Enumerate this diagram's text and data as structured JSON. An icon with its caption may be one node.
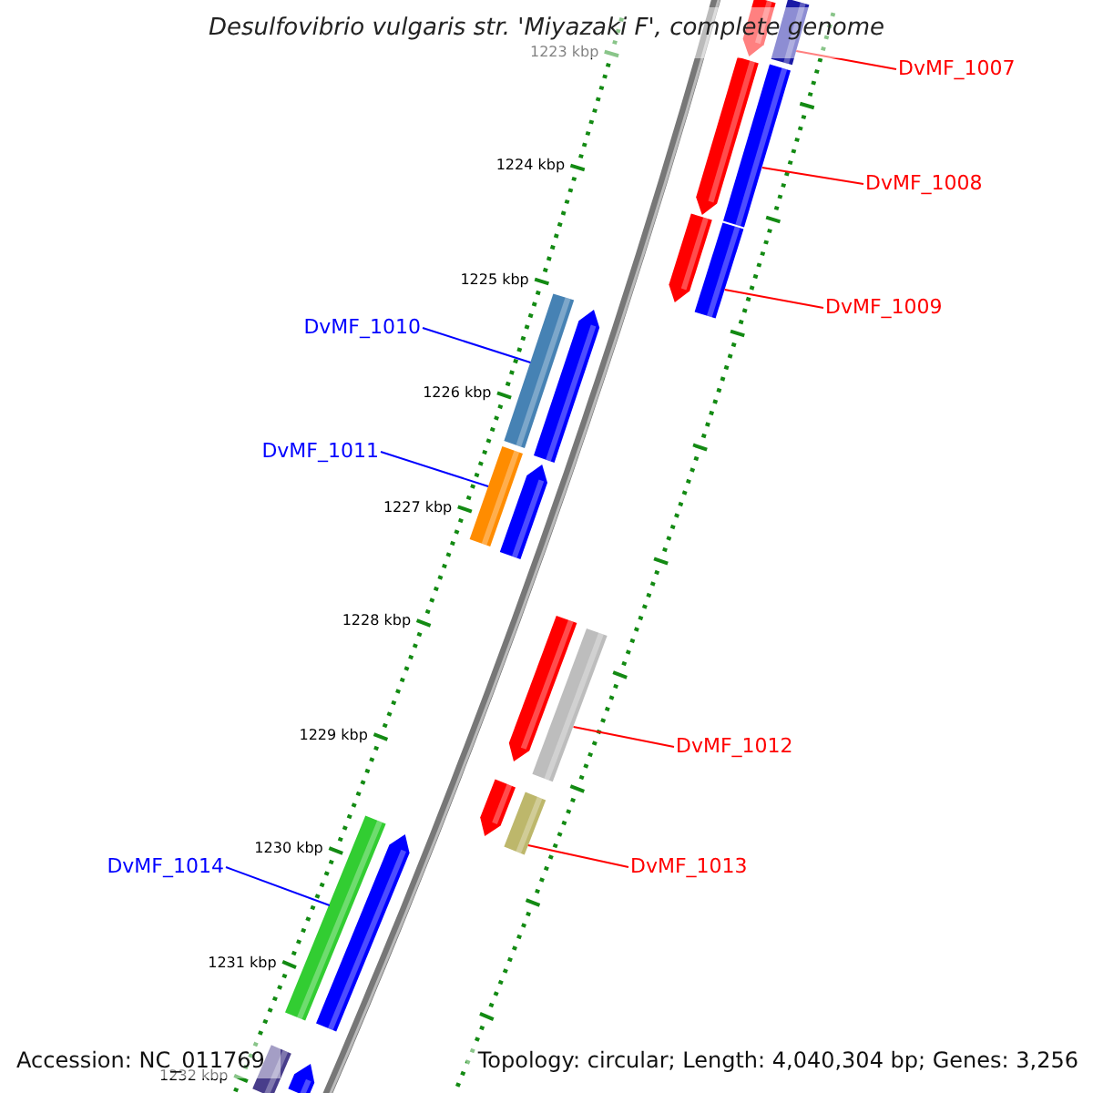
{
  "diagram": {
    "title": "Desulfovibrio vulgaris str. 'Miyazaki F', complete genome",
    "nodes": [
      {
        "text": [
          "DvMF_1007"
        ]
      },
      {
        "text": [
          "DvMF_1008"
        ]
      },
      {
        "text": [
          "DvMF_1009"
        ]
      },
      {
        "text": [
          "DvMF_1010"
        ]
      },
      {
        "text": [
          "DvMF_1011"
        ]
      },
      {
        "text": [
          "DvMF_1012"
        ]
      },
      {
        "text": [
          "DvMF_1013"
        ]
      },
      {
        "text": [
          "DvMF_1014"
        ]
      },
      {
        "text": [],
        "shape": "bar"
      },
      {
        "text": [],
        "shape": "arrow"
      },
      {
        "text": [],
        "shape": "arrow"
      },
      {
        "text": [],
        "shape": "bar"
      },
      {
        "text": [],
        "shape": "arrow"
      },
      {
        "text": [],
        "shape": "bar"
      },
      {
        "text": [],
        "shape": "bar"
      },
      {
        "text": [],
        "shape": "arrow"
      },
      {
        "text": [],
        "shape": "bar"
      },
      {
        "text": [],
        "shape": "arrow"
      },
      {
        "text": [],
        "shape": "arrow"
      },
      {
        "text": [],
        "shape": "bar"
      },
      {
        "text": [],
        "shape": "arrow"
      },
      {
        "text": [],
        "shape": "bar"
      },
      {
        "text": [],
        "shape": "bar"
      },
      {
        "text": [],
        "shape": "arrow"
      },
      {
        "text": [],
        "shape": "bar"
      },
      {
        "text": [],
        "shape": "arrow"
      }
    ],
    "edges": [
      {
        "from": 0,
        "to": 8,
        "arrow": "none"
      },
      {
        "from": 1,
        "to": 11,
        "arrow": "none"
      },
      {
        "from": 2,
        "to": 13,
        "arrow": "none"
      },
      {
        "from": 3,
        "to": 14,
        "arrow": "none",
        "color": "#0000ff"
      },
      {
        "from": 4,
        "to": 16,
        "arrow": "none",
        "color": "#0000ff"
      },
      {
        "from": 5,
        "to": 19,
        "arrow": "none"
      },
      {
        "from": 6,
        "to": 21,
        "arrow": "none"
      },
      {
        "from": 7,
        "to": 22,
        "arrow": "none",
        "color": "#0000ff"
      }
    ],
    "labels": [
      "1223 kbp",
      "1224 kbp",
      "1225 kbp",
      "1226 kbp",
      "1227 kbp",
      "1228 kbp",
      "1229 kbp",
      "1230 kbp",
      "1231 kbp",
      "1232 kbp",
      "Accession: NC_011769",
      "Topology: circular; Length: 4,040,304 bp; Genes: 3,256"
    ]
  }
}
